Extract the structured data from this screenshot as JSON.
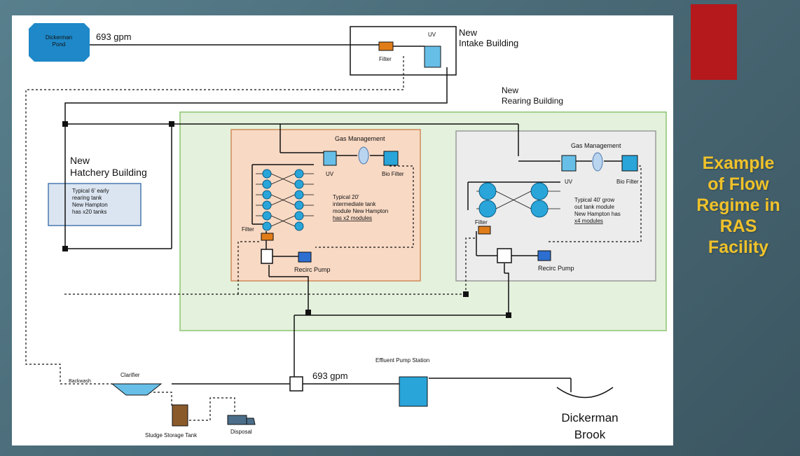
{
  "slide": {
    "title": "Example\nof Flow\nRegime in\nRAS\nFacility",
    "accent_color": "#b5191b",
    "title_color": "#f0c22a",
    "background_color": "#4d6f7c"
  },
  "diagram": {
    "pond_label": "Dickerman\nPond",
    "flow_in": "693 gpm",
    "intake": {
      "title": "New\nIntake Building",
      "uv": "UV",
      "filter": "Filter"
    },
    "rearing_building": "New\nRearing Building",
    "hatchery": {
      "title": "New\nHatchery Building",
      "note": "Typical 6' early\nrearing tank\nNew Hampton\nhas x20 tanks"
    },
    "module_20": {
      "gas": "Gas Management",
      "uv": "UV",
      "biofilter": "Bio Filter",
      "filter": "Filter",
      "pump": "Recirc Pump",
      "note": "Typical 20'\nintermediate tank\nmodule New Hampton\nhas x2 modules"
    },
    "module_40": {
      "gas": "Gas Management",
      "uv": "UV",
      "biofilter": "Bio Filter",
      "filter": "Filter",
      "pump": "Recirc Pump",
      "note": "Typical 40' grow\nout tank module\nNew Hampton has\nx4 modules"
    },
    "backwash": "Backwash",
    "clarifier": "Clarifier",
    "sludge": "Sludge Storage Tank",
    "disposal": "Disposal",
    "flow_out": "693 gpm",
    "effluent": "Effluent Pump Station",
    "brook": "Dickerman\nBrook"
  },
  "colors": {
    "pond": "#1e88c8",
    "rearing_zone": "#e4f1dc",
    "module_20_fill": "#f8d9c4",
    "module_40_fill": "#ececec",
    "hatchery_fill": "#dbe5f1",
    "tank": "#29a5d9",
    "filter": "#e07d19",
    "water": "#67bfe8"
  }
}
